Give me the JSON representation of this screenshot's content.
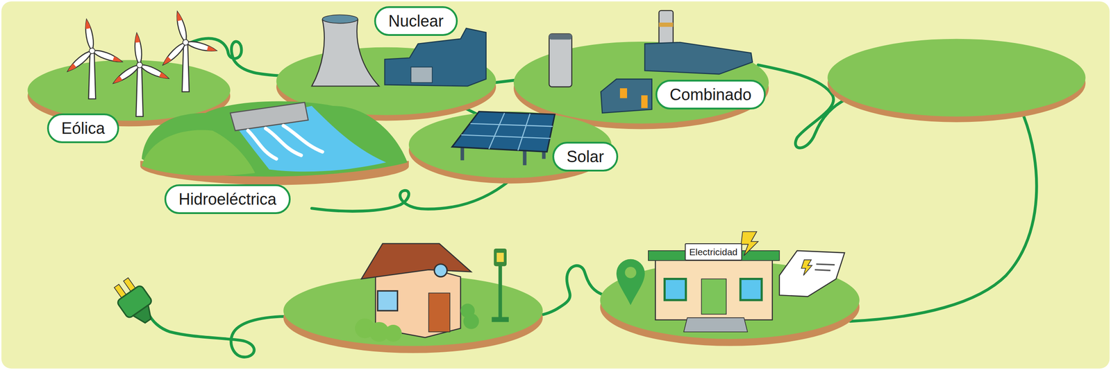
{
  "diagram": {
    "nodes": [
      {
        "text": [
          "Nuclear"
        ]
      },
      {
        "text": [
          "Combinado"
        ]
      },
      {
        "text": [
          "Eólica"
        ]
      },
      {
        "text": [
          "Solar"
        ]
      },
      {
        "text": [
          "Hidroeléctrica"
        ]
      },
      {
        "text": [
          "Electricidad"
        ]
      }
    ]
  }
}
